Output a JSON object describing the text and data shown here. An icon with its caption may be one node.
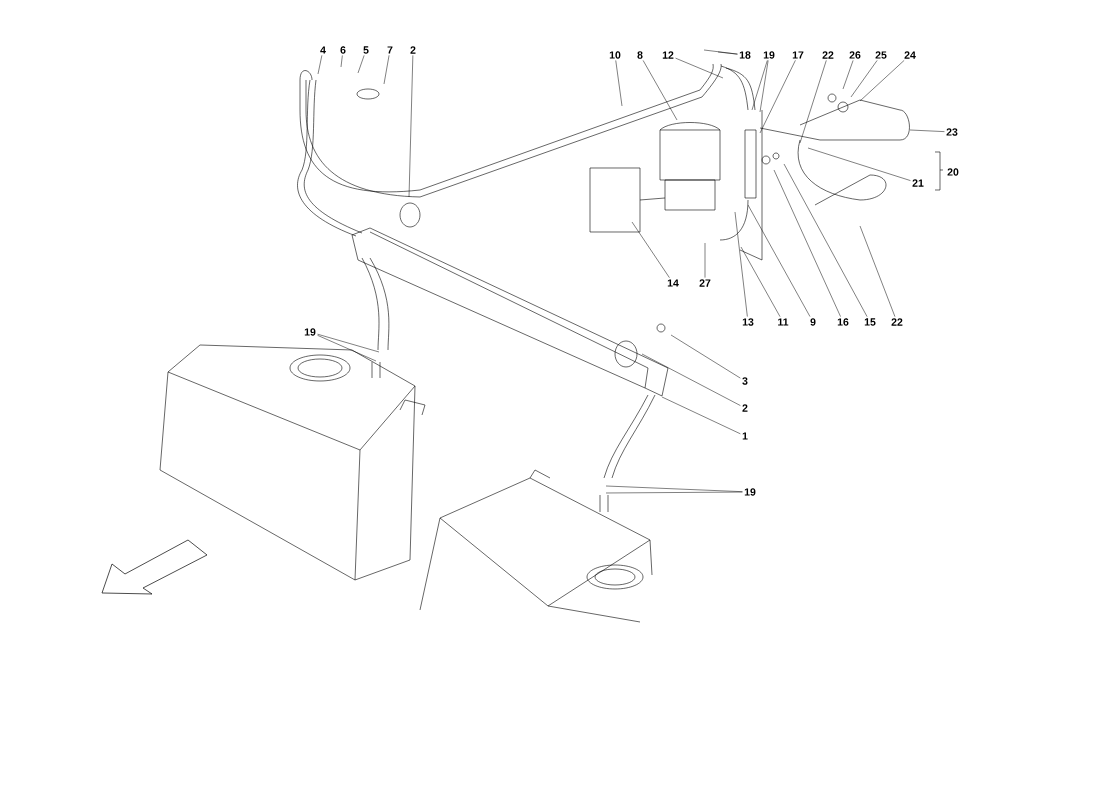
{
  "diagram": {
    "nodes": [
      {
        "text": [
          "4"
        ]
      },
      {
        "text": [
          "6"
        ]
      },
      {
        "text": [
          "5"
        ]
      },
      {
        "text": [
          "7"
        ]
      },
      {
        "text": [
          "2"
        ]
      },
      {
        "text": [
          "10"
        ]
      },
      {
        "text": [
          "8"
        ]
      },
      {
        "text": [
          "12"
        ]
      },
      {
        "text": [
          "18"
        ]
      },
      {
        "text": [
          "19"
        ]
      },
      {
        "text": [
          "17"
        ]
      },
      {
        "text": [
          "22"
        ]
      },
      {
        "text": [
          "26"
        ]
      },
      {
        "text": [
          "25"
        ]
      },
      {
        "text": [
          "24"
        ]
      },
      {
        "text": [
          "23"
        ]
      },
      {
        "text": [
          "20"
        ]
      },
      {
        "text": [
          "21"
        ]
      },
      {
        "text": [
          "14"
        ]
      },
      {
        "text": [
          "27"
        ]
      },
      {
        "text": [
          "13"
        ]
      },
      {
        "text": [
          "11"
        ]
      },
      {
        "text": [
          "9"
        ]
      },
      {
        "text": [
          "16"
        ]
      },
      {
        "text": [
          "15"
        ]
      },
      {
        "text": [
          "22"
        ]
      },
      {
        "text": [
          "3"
        ]
      },
      {
        "text": [
          "2"
        ]
      },
      {
        "text": [
          "1"
        ]
      },
      {
        "text": [
          "19"
        ]
      },
      {
        "text": [
          "19"
        ]
      }
    ],
    "edges": [
      {
        "from": 0,
        "to": null,
        "arrow": "none"
      },
      {
        "from": 1,
        "to": null,
        "arrow": "none"
      },
      {
        "from": 2,
        "to": null,
        "arrow": "none"
      },
      {
        "from": 3,
        "to": null,
        "arrow": "none"
      },
      {
        "from": 4,
        "to": null,
        "arrow": "none"
      },
      {
        "from": 5,
        "to": null,
        "arrow": "none"
      },
      {
        "from": 6,
        "to": null,
        "arrow": "none"
      },
      {
        "from": 7,
        "to": null,
        "arrow": "none"
      },
      {
        "from": 8,
        "to": null,
        "arrow": "none"
      },
      {
        "from": 8,
        "to": null,
        "arrow": "none"
      },
      {
        "from": 9,
        "to": null,
        "arrow": "none"
      },
      {
        "from": 9,
        "to": null,
        "arrow": "none"
      },
      {
        "from": 10,
        "to": null,
        "arrow": "none"
      },
      {
        "from": 11,
        "to": null,
        "arrow": "none"
      },
      {
        "from": 12,
        "to": null,
        "arrow": "none"
      },
      {
        "from": 13,
        "to": null,
        "arrow": "none"
      },
      {
        "from": 14,
        "to": null,
        "arrow": "none"
      },
      {
        "from": 15,
        "to": null,
        "arrow": "none"
      },
      {
        "from": 17,
        "to": null,
        "arrow": "none"
      },
      {
        "from": 18,
        "to": null,
        "arrow": "none"
      },
      {
        "from": 19,
        "to": null,
        "arrow": "none"
      },
      {
        "from": 20,
        "to": null,
        "arrow": "none"
      },
      {
        "from": 21,
        "to": null,
        "arrow": "none"
      },
      {
        "from": 22,
        "to": null,
        "arrow": "none"
      },
      {
        "from": 23,
        "to": null,
        "arrow": "none"
      },
      {
        "from": 24,
        "to": null,
        "arrow": "none"
      },
      {
        "from": 25,
        "to": null,
        "arrow": "none"
      },
      {
        "from": 26,
        "to": null,
        "arrow": "none"
      },
      {
        "from": 27,
        "to": null,
        "arrow": "none"
      },
      {
        "from": 28,
        "to": null,
        "arrow": "none"
      },
      {
        "from": 29,
        "to": null,
        "arrow": "none"
      },
      {
        "from": 29,
        "to": null,
        "arrow": "none"
      },
      {
        "from": 30,
        "to": null,
        "arrow": "none"
      },
      {
        "from": 30,
        "to": null,
        "arrow": "none"
      }
    ]
  }
}
